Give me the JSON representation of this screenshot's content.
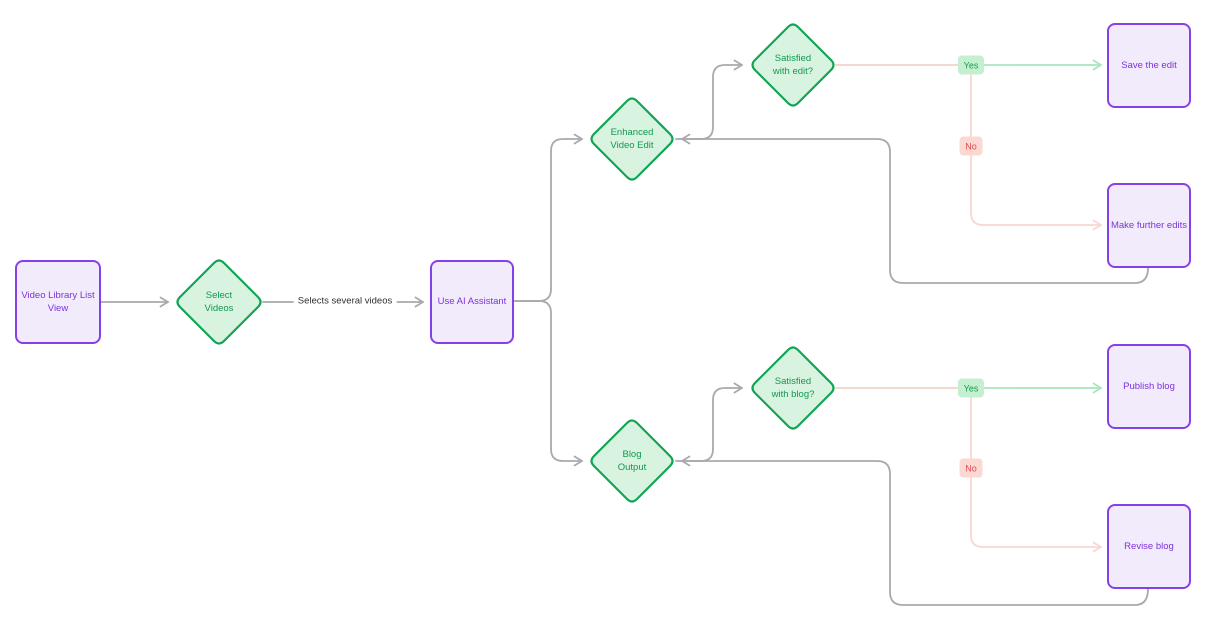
{
  "diagram": {
    "background": "#ffffff",
    "nodes": {
      "video_library": {
        "label": "Video Library List\nView",
        "type": "process"
      },
      "select_videos": {
        "label": "Select\nVideos",
        "type": "decision"
      },
      "use_ai_assistant": {
        "label": "Use AI Assistant",
        "type": "process"
      },
      "enhanced_video_edit": {
        "label": "Enhanced\nVideo Edit",
        "type": "decision"
      },
      "satisfied_with_edit": {
        "label": "Satisfied\nwith edit?",
        "type": "decision"
      },
      "save_the_edit": {
        "label": "Save the edit",
        "type": "process"
      },
      "make_further_edits": {
        "label": "Make further edits",
        "type": "process"
      },
      "blog_output": {
        "label": "Blog\nOutput",
        "type": "decision"
      },
      "satisfied_with_blog": {
        "label": "Satisfied\nwith blog?",
        "type": "decision"
      },
      "publish_blog": {
        "label": "Publish blog",
        "type": "process"
      },
      "revise_blog": {
        "label": "Revise blog",
        "type": "process"
      }
    },
    "edge_labels": {
      "select_to_assistant": "Selects several videos",
      "edit_yes": "Yes",
      "edit_no": "No",
      "blog_yes": "Yes",
      "blog_no": "No"
    },
    "colors": {
      "process_border": "#8640e8",
      "process_fill": "#f2ebfc",
      "process_text": "#7c33db",
      "decision_border": "#12a455",
      "decision_fill": "#d8f3e0",
      "decision_text": "#109a50",
      "edge_gray": "#a9a9ae",
      "edge_green": "#a8e6bc",
      "edge_pink": "#f8d7d0",
      "yes_badge_bg": "#c5efd1",
      "yes_badge_text": "#189a46",
      "no_badge_bg": "#fbd8d2",
      "no_badge_text": "#e34850",
      "edge_label_text": "#2f2f31"
    }
  }
}
